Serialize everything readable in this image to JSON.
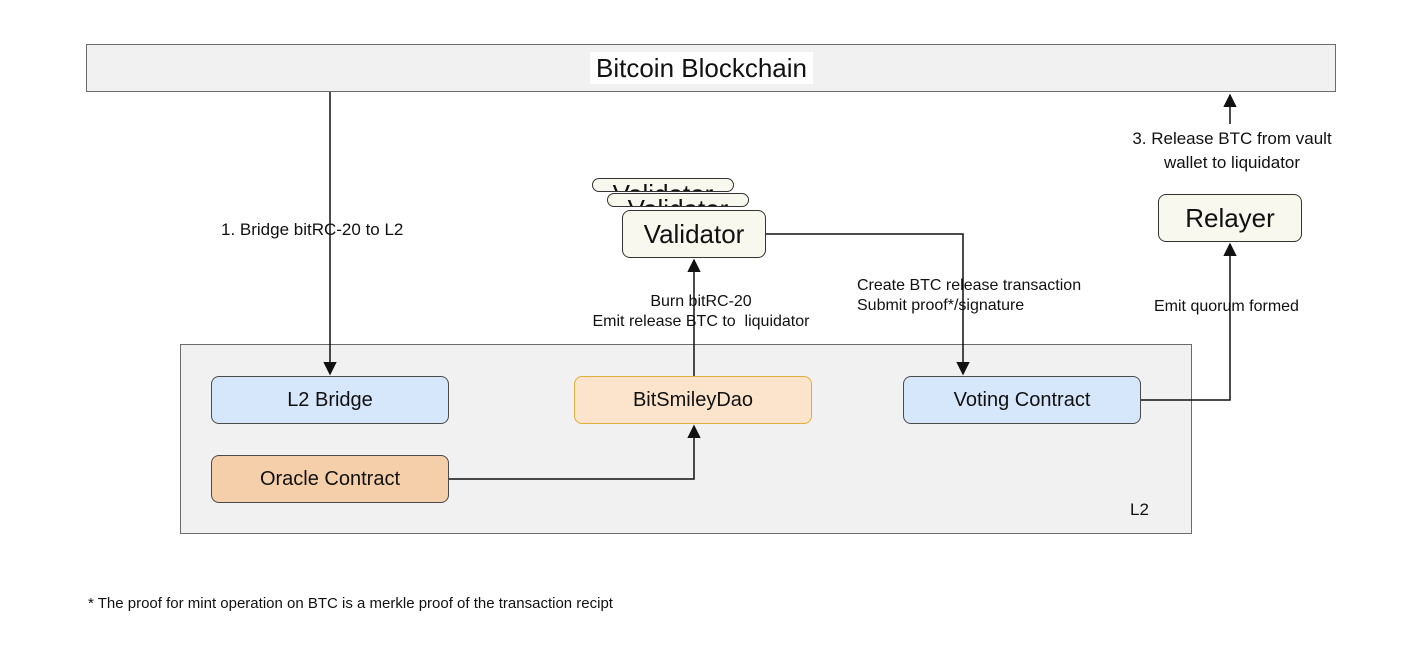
{
  "blockchain": {
    "title": "Bitcoin Blockchain"
  },
  "l2": {
    "label": "L2"
  },
  "nodes": {
    "l2_bridge": "L2 Bridge",
    "bitsmileydao": "BitSmileyDao",
    "voting_contract": "Voting Contract",
    "oracle_contract": "Oracle Contract",
    "validator": "Validator",
    "relayer": "Relayer"
  },
  "edges": {
    "bridge": "1. Bridge bitRC-20 to L2",
    "burn_line1": "Burn bitRC-20",
    "burn_line2": "Emit release BTC to  liquidator",
    "create_line1": "Create BTC release transaction",
    "create_line2": "Submit proof*/signature",
    "quorum": "Emit quorum formed",
    "release_line1": "3. Release BTC from vault",
    "release_line2": "wallet to liquidator"
  },
  "footnote": "* The proof for mint operation on BTC is a merkle proof of the transaction recipt",
  "colors": {
    "blue_node": "#d6e6fb",
    "orange_node": "#f5cfaa",
    "peach_node": "#fce4cc",
    "peach_border": "#e0ad3a",
    "cream_node": "#f9f8ef",
    "region_fill": "#f1f1f1"
  }
}
